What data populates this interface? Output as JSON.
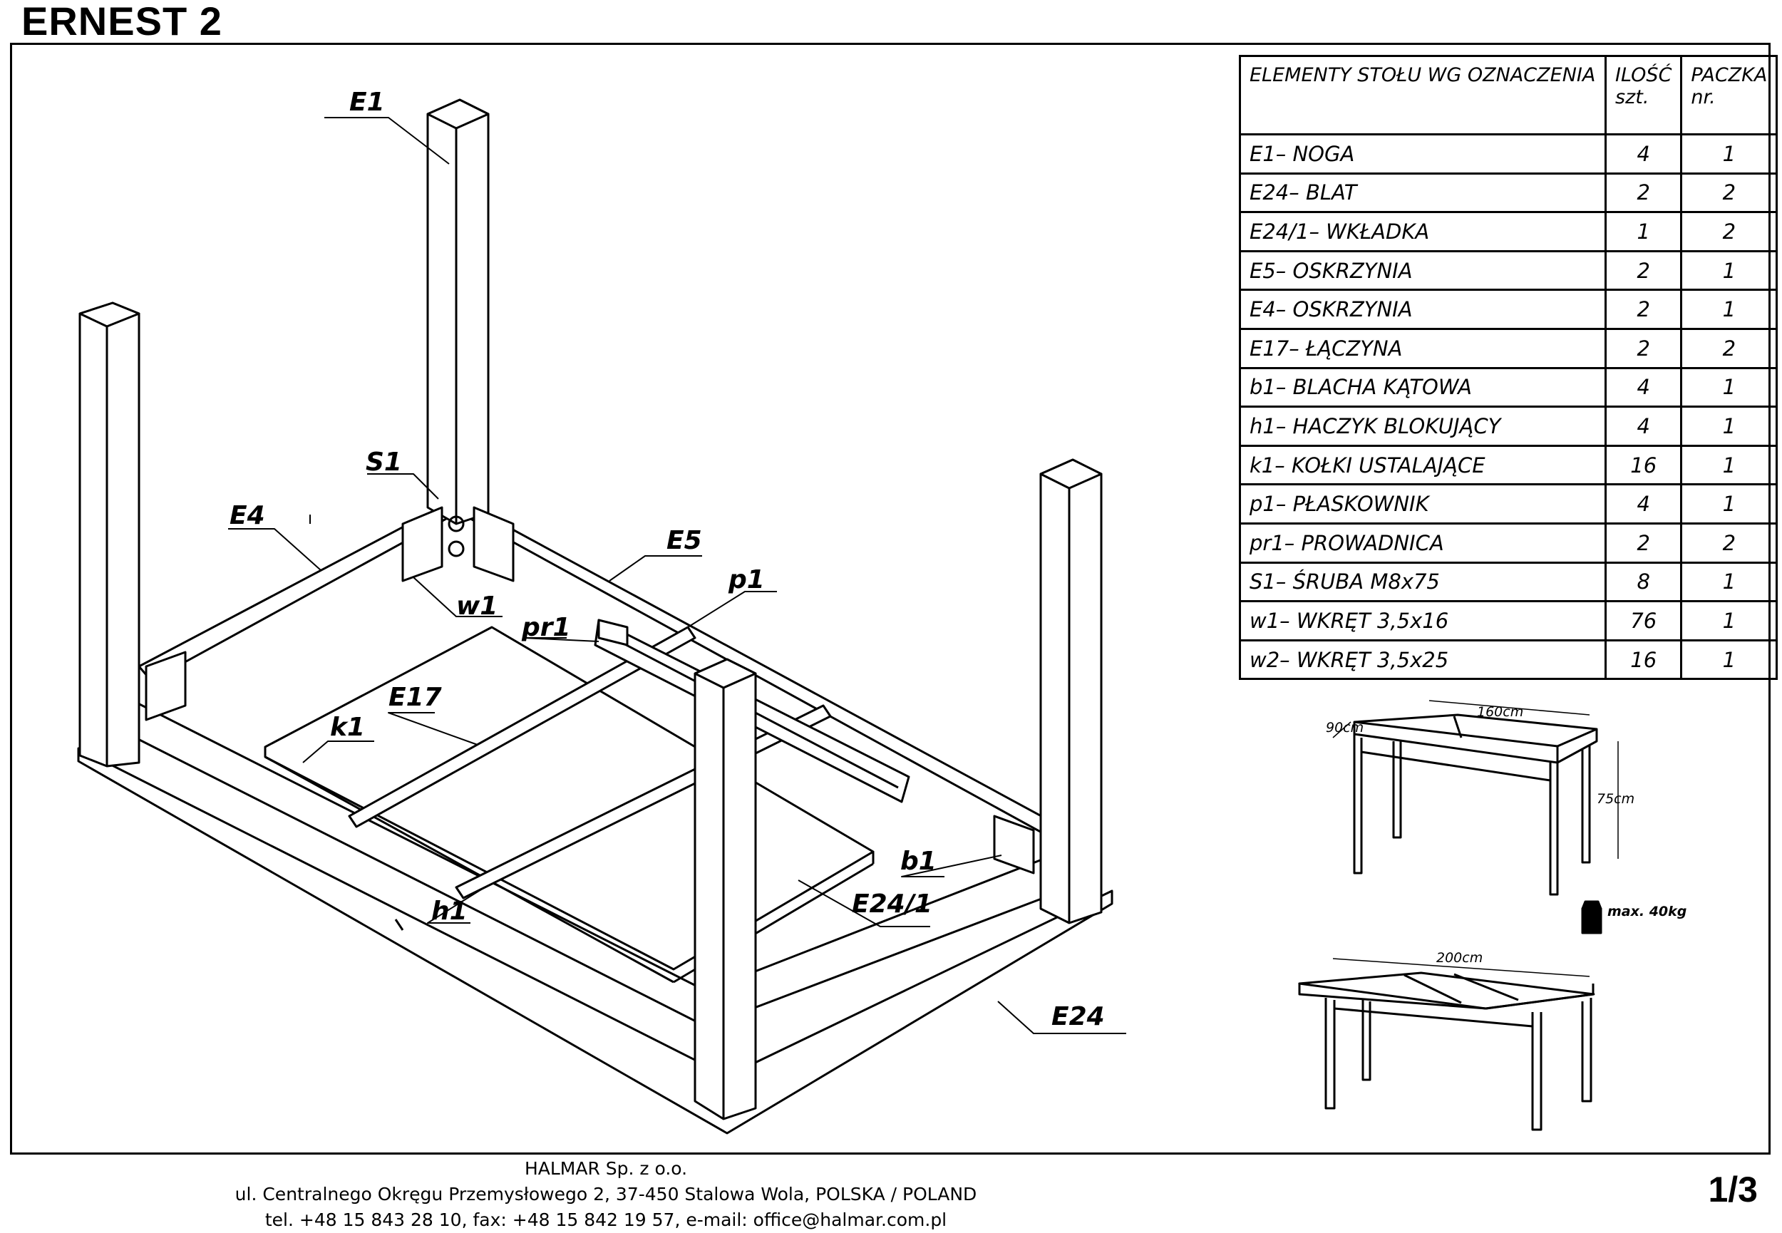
{
  "header": {
    "title": "ERNEST 2"
  },
  "callouts": {
    "E1": "E1",
    "S1": "S1",
    "E4": "E4",
    "E5": "E5",
    "w1": "w1",
    "p1": "p1",
    "pr1": "pr1",
    "E17": "E17",
    "k1": "k1",
    "b1": "b1",
    "h1": "h1",
    "E24_1": "E24/1",
    "E24": "E24"
  },
  "parts_table": {
    "headers": {
      "name": "ELEMENTY STOŁU WG OZNACZENIA",
      "qty_line1": "ILOŚĆ",
      "qty_line2": "szt.",
      "pack_line1": "PACZKA",
      "pack_line2": "nr."
    },
    "rows": [
      {
        "name": "E1– NOGA",
        "qty": "4",
        "pack": "1"
      },
      {
        "name": "E24– BLAT",
        "qty": "2",
        "pack": "2"
      },
      {
        "name": "E24/1– WKŁADKA",
        "qty": "1",
        "pack": "2"
      },
      {
        "name": "E5– OSKRZYNIA",
        "qty": "2",
        "pack": "1"
      },
      {
        "name": "E4– OSKRZYNIA",
        "qty": "2",
        "pack": "1"
      },
      {
        "name": "E17– ŁĄCZYNA",
        "qty": "2",
        "pack": "2"
      },
      {
        "name": "b1– BLACHA KĄTOWA",
        "qty": "4",
        "pack": "1"
      },
      {
        "name": "h1– HACZYK BLOKUJĄCY",
        "qty": "4",
        "pack": "1"
      },
      {
        "name": "k1– KOŁKI USTALAJĄCE",
        "qty": "16",
        "pack": "1"
      },
      {
        "name": "p1– PŁASKOWNIK",
        "qty": "4",
        "pack": "1"
      },
      {
        "name": "pr1– PROWADNICA",
        "qty": "2",
        "pack": "2"
      },
      {
        "name": "S1– ŚRUBA M8x75",
        "qty": "8",
        "pack": "1"
      },
      {
        "name": "w1– WKRĘT 3,5x16",
        "qty": "76",
        "pack": "1"
      },
      {
        "name": "w2– WKRĘT 3,5x25",
        "qty": "16",
        "pack": "1"
      }
    ]
  },
  "dimensions": {
    "length_closed": "160cm",
    "depth": "90cm",
    "height": "75cm",
    "max_load": "max. 40kg",
    "length_open": "200cm"
  },
  "footer": {
    "company": "HALMAR Sp. z o.o.",
    "address": "ul. Centralnego Okręgu Przemysłowego 2, 37-450 Stalowa Wola, POLSKA / POLAND",
    "contact": "tel. +48 15 843 28 10, fax: +48 15 842 19 57, e-mail: office@halmar.com.pl"
  },
  "page": {
    "number": "1/3"
  }
}
